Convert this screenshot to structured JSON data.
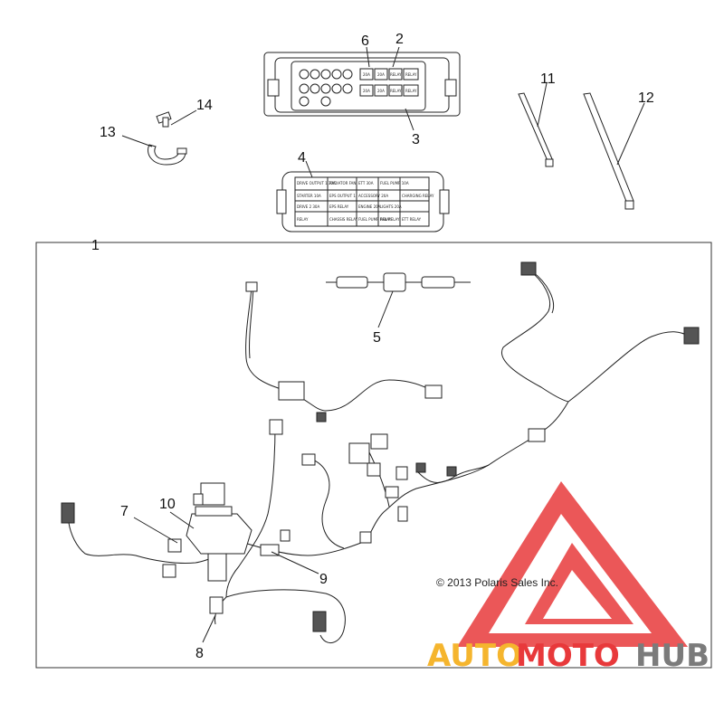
{
  "callouts": {
    "c1": "1",
    "c2": "2",
    "c3": "3",
    "c4": "4",
    "c5": "5",
    "c6": "6",
    "c7": "7",
    "c8": "8",
    "c9": "9",
    "c10": "10",
    "c11": "11",
    "c12": "12",
    "c13": "13",
    "c14": "14"
  },
  "copyright": "© 2013 Polaris Sales Inc.",
  "watermark": {
    "auto": "AUTO",
    "moto": "MOTO",
    "hub": "HUB",
    "auto_color": "#f5b52e",
    "moto_color": "#e8393b",
    "hub_color": "#7b7b7b",
    "triangle_color": "#e8393b"
  },
  "fuse_box_labels": {
    "row1": [
      "20A",
      "20A",
      "RELAY",
      "RELAY"
    ],
    "row2": [
      "20A",
      "20A",
      "RELAY",
      "RELAY"
    ]
  },
  "fuse_cover_labels": {
    "r1": [
      "DRIVE OUTPUT 1 30A",
      "RADIATOR FAN",
      "ETT 30A",
      "FUEL PUMP 10A"
    ],
    "r2": [
      "STARTER 10A",
      "EPS OUTPUT 1",
      "ACCESSORY 20A",
      "CHARGING RELAY"
    ],
    "r3": [
      "DRIVE 2 30A",
      "EPS RELAY",
      "ENGINE 20A",
      "LIGHTS 20A"
    ],
    "r4": [
      "RELAY",
      "CHASSIS RELAY",
      "FUEL PUMP RELAY",
      "FAN RELAY",
      "ETT RELAY"
    ]
  }
}
